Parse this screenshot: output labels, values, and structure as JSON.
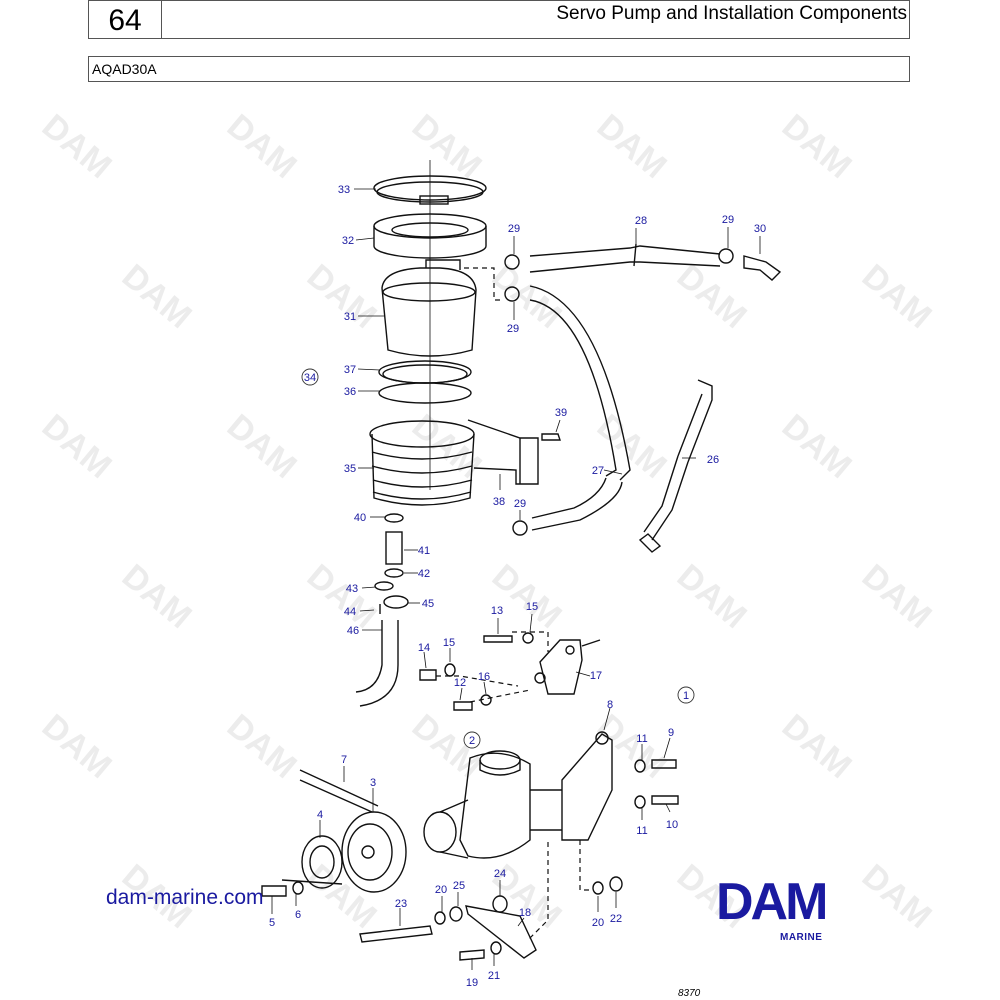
{
  "header": {
    "page_number": "64",
    "title": "Servo Pump and Installation Components"
  },
  "model": "AQAD30A",
  "watermark": "DAM",
  "website": "dam-marine.com",
  "logo": {
    "mark": "DAM",
    "sub": "MARINE"
  },
  "figure_number": "8370",
  "colors": {
    "callout": "#1a1aa0",
    "logo": "#1a1aa0",
    "watermark": "#ececec"
  },
  "callouts": [
    "33",
    "32",
    "31",
    "37",
    "36",
    "35",
    "40",
    "41",
    "42",
    "43",
    "44",
    "45",
    "46",
    "29",
    "28",
    "29",
    "30",
    "29",
    "39",
    "38",
    "27",
    "26",
    "29",
    "13",
    "15",
    "14",
    "15",
    "12",
    "16",
    "17",
    "8",
    "11",
    "9",
    "7",
    "3",
    "4",
    "5",
    "6",
    "23",
    "20",
    "25",
    "24",
    "18",
    "19",
    "21",
    "11",
    "10",
    "20",
    "22"
  ],
  "circled_callouts": [
    "34",
    "1",
    "2"
  ]
}
